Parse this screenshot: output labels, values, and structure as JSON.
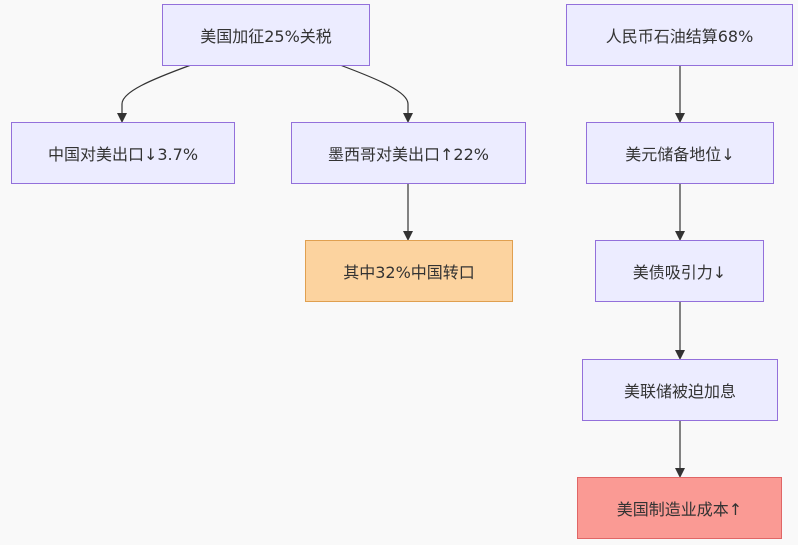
{
  "colors": {
    "default_fill": "#ececff",
    "default_border": "#9370db",
    "orange_fill": "#fcd39f",
    "orange_border": "#e0a050",
    "red_fill": "#fa9a94",
    "red_border": "#e06666",
    "edge": "#333333",
    "text": "#333333",
    "background": "#f9f9f9"
  },
  "nodes": {
    "us_tariff": "美国加征25%关税",
    "cn_exports": "中国对美出口↓3.7%",
    "mx_exports": "墨西哥对美出口↑22%",
    "transship": "其中32%中国转口",
    "rmb_oil": "人民币石油结算68%",
    "usd_reserve": "美元储备地位↓",
    "treasury": "美债吸引力↓",
    "fed_hike": "美联储被迫加息",
    "mfg_cost": "美国制造业成本↑"
  }
}
